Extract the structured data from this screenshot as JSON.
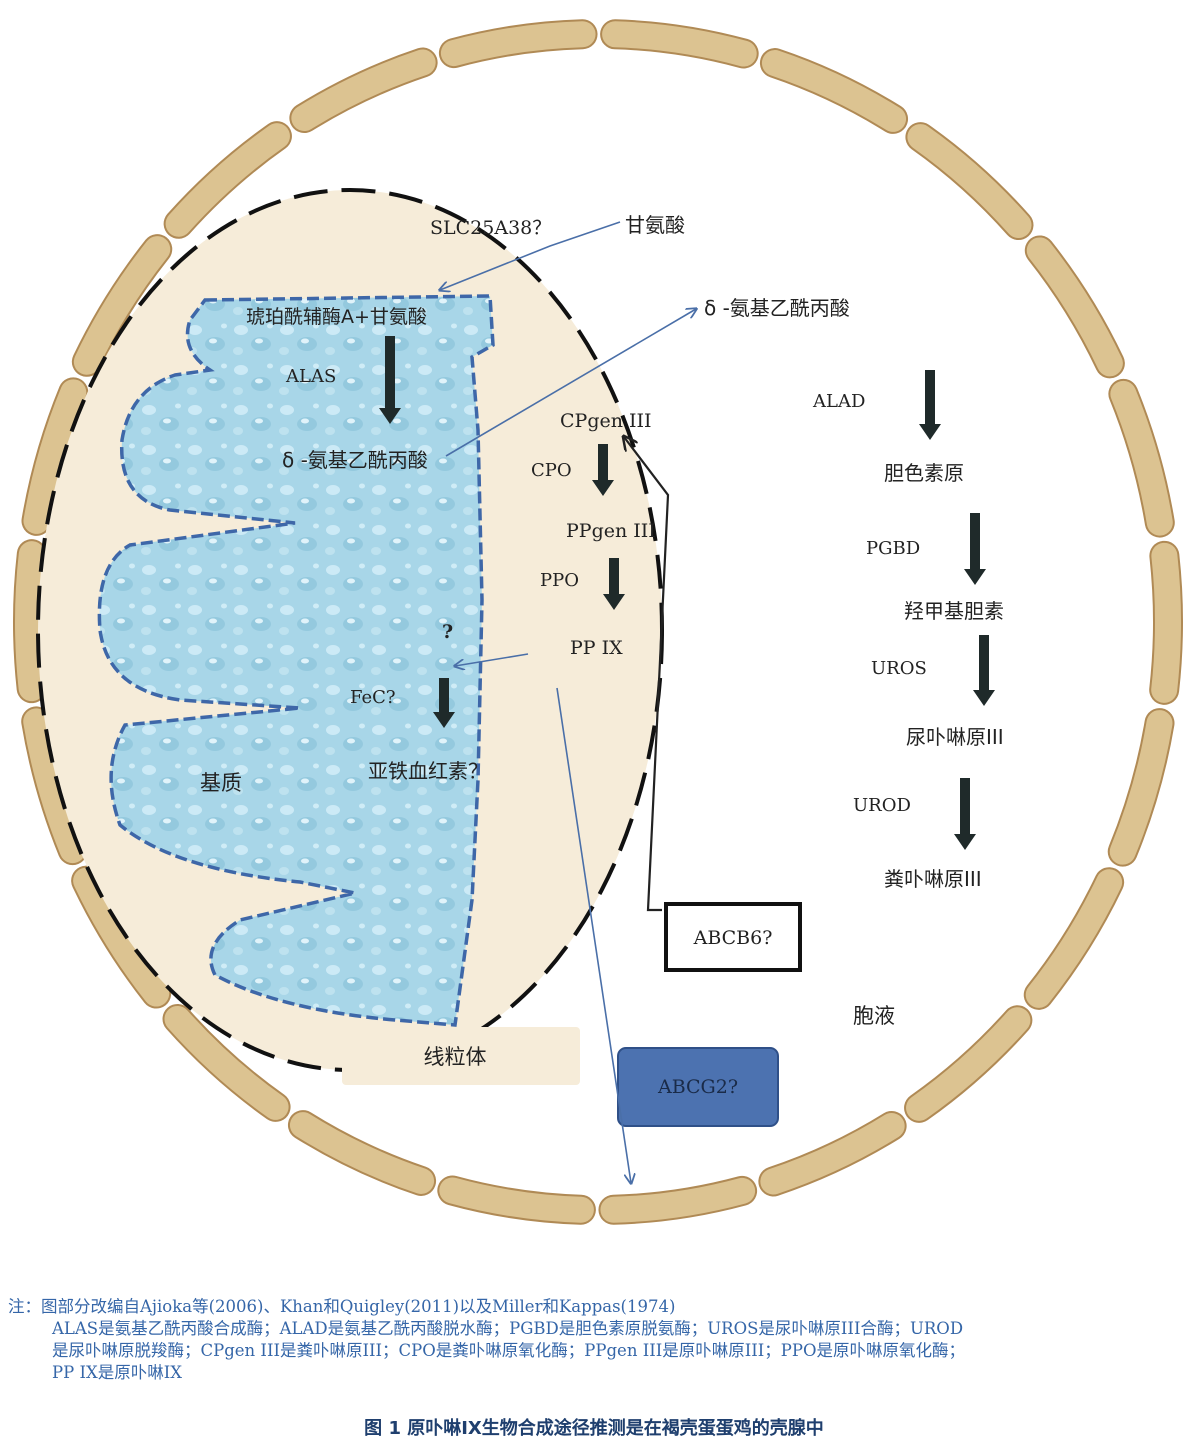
{
  "cell": {
    "cytosol_label": "胞液"
  },
  "mitochondrion": {
    "label": "线粒体",
    "matrix_label": "基质",
    "transporter": "SLC25A38？",
    "substrate": "琥珀酰辅酶A+甘氨酸",
    "enzyme_alas": "ALAS",
    "product_ala": "δ -氨基乙酰丙酸",
    "cpgen": "CPgen III",
    "cpo": "CPO",
    "ppgen": "PPgen III",
    "ppo": "PPO",
    "ppix": "PP IX",
    "question": "?",
    "fec": "FeC?",
    "heme": "亚铁血红素？"
  },
  "cytosol": {
    "glycine": "甘氨酸",
    "ala": "δ -氨基乙酰丙酸",
    "alad": "ALAD",
    "pbg": "胆色素原",
    "pgbd": "PGBD",
    "hmb": "羟甲基胆素",
    "uros": "UROS",
    "urogen": "尿卟啉原III",
    "urod": "UROD",
    "coprogen": "粪卟啉原III"
  },
  "transporters": {
    "abcb6": "ABCB6?",
    "abcg2": "ABCG2?"
  },
  "note": {
    "line1": "注：图部分改编自Ajioka等(2006)、Khan和Quigley(2011)以及Miller和Kappas(1974)",
    "line2": "ALAS是氨基乙酰丙酸合成酶；ALAD是氨基乙酰丙酸脱水酶；PGBD是胆色素原脱氨酶；UROS是尿卟啉原III合酶；UROD",
    "line3": "是尿卟啉原脱羧酶；CPgen III是粪卟啉原III；CPO是粪卟啉原氧化酶；PPgen III是原卟啉原III；PPO是原卟啉原氧化酶；",
    "line4": "PP IX是原卟啉IX"
  },
  "caption": "图  1  原卟啉IX生物合成途径推测是在褐壳蛋蛋鸡的壳腺中",
  "colors": {
    "membrane_fill": "#dcc391",
    "membrane_stroke": "#b08a55",
    "mito_fill": "#f6ecd9",
    "matrix_fill": "#a8d6e8",
    "matrix_border": "#3e67a8",
    "arrow_blue": "#4a6fa8",
    "arrow_dark": "#1f2a2a",
    "abcg2_fill": "#4c72b0",
    "note_text": "#3566a8",
    "caption_text": "#1f3f6e"
  }
}
